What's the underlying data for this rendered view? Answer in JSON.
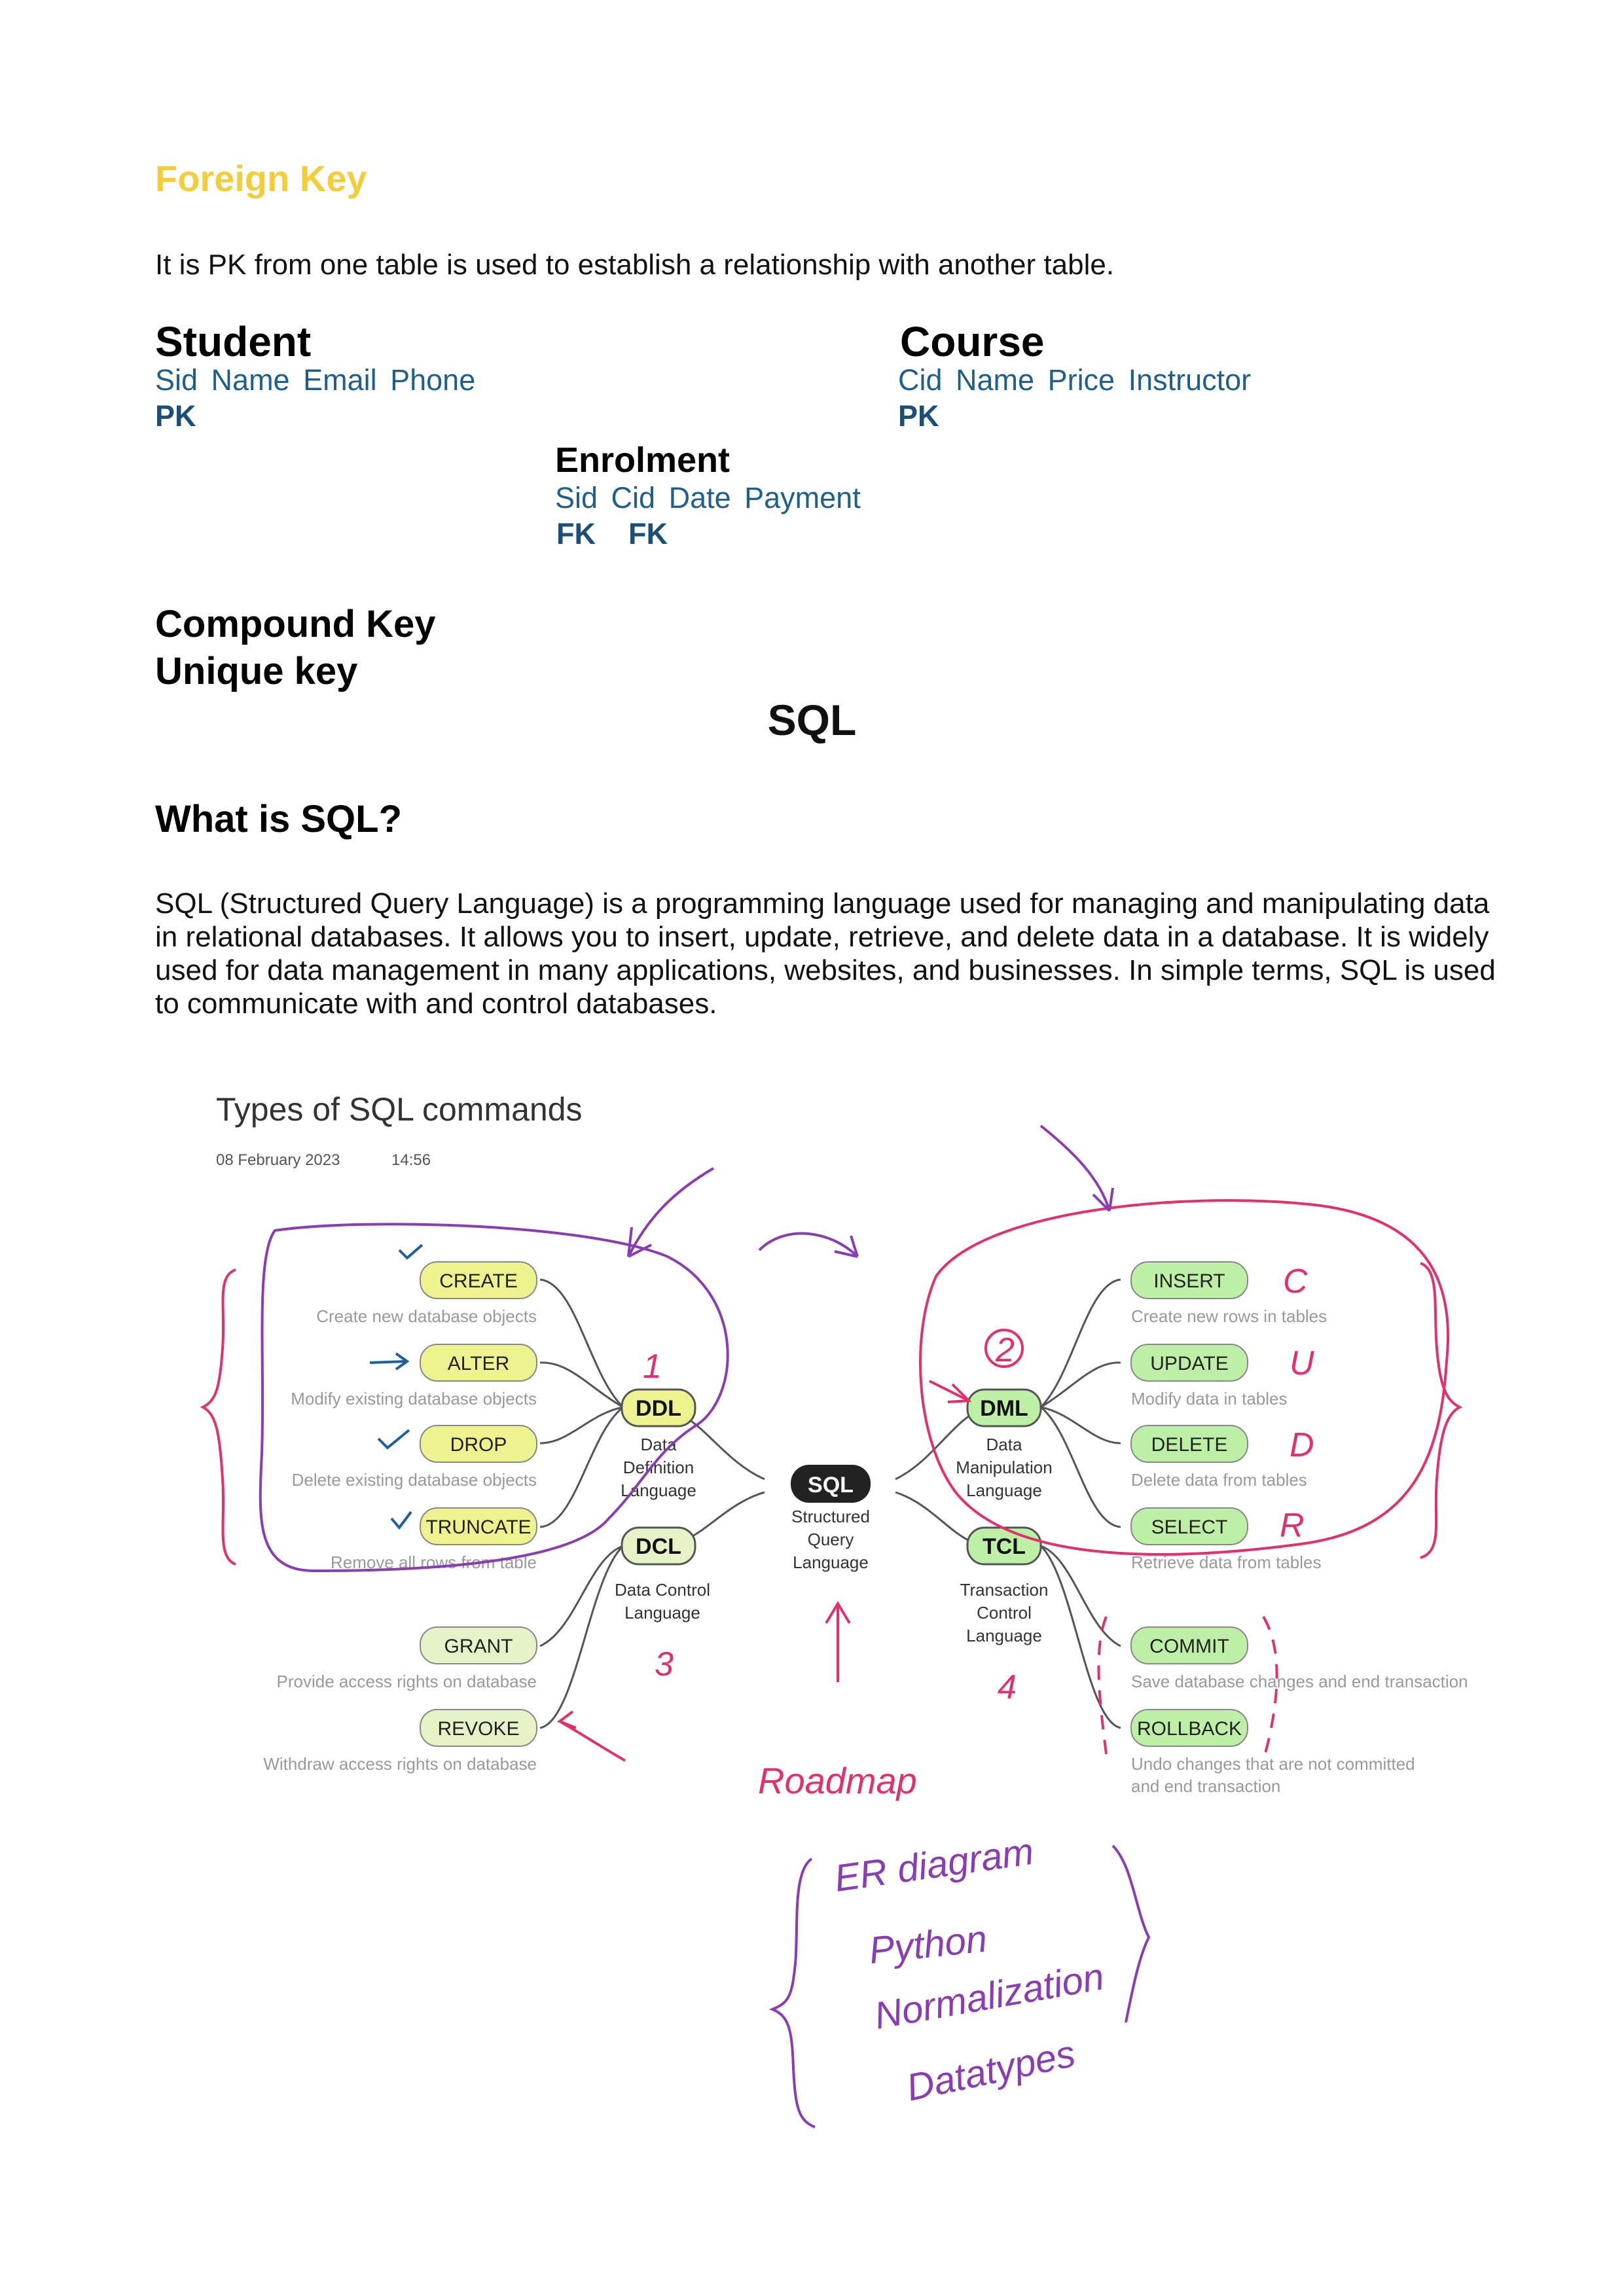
{
  "foreign_key": {
    "title": "Foreign Key",
    "definition": "It is PK from one table is used to establish a relationship with another table."
  },
  "tables": {
    "student": {
      "name": "Student",
      "columns": "Sid  Name  Email  Phone",
      "key": "PK"
    },
    "course": {
      "name": "Course",
      "columns": "Cid   Name   Price  Instructor",
      "key": "PK"
    },
    "enrolment": {
      "name": "Enrolment",
      "columns": "Sid   Cid    Date  Payment",
      "key1": "FK",
      "key2": "FK"
    }
  },
  "headings": {
    "compound_key": "Compound Key",
    "unique_key": "Unique key",
    "sql": "SQL",
    "what_is_sql": "What is SQL?"
  },
  "sql_paragraph": "SQL (Structured Query Language) is a programming language used for managing and manipulating data in relational databases. It allows you to insert, update, retrieve, and delete data in a database. It is widely used for data management in many applications, websites, and businesses. In simple terms, SQL is used to communicate with and control databases.",
  "mindmap": {
    "title": "Types of SQL commands",
    "date": "08 February 2023",
    "time": "14:56",
    "center": {
      "label": "SQL",
      "sub": [
        "Structured",
        "Query",
        "Language"
      ]
    },
    "categories": {
      "ddl": {
        "label": "DDL",
        "sub": [
          "Data",
          "Definition",
          "Language"
        ],
        "color": "#eef38f"
      },
      "dcl": {
        "label": "DCL",
        "sub": [
          "Data Control",
          "Language"
        ],
        "color": "#e6f3c6"
      },
      "dml": {
        "label": "DML",
        "sub": [
          "Data",
          "Manipulation",
          "Language"
        ],
        "color": "#bdf0a6"
      },
      "tcl": {
        "label": "TCL",
        "sub": [
          "Transaction",
          "Control",
          "Language"
        ],
        "color": "#bdf0a6"
      }
    },
    "commands": {
      "create": {
        "label": "CREATE",
        "desc": "Create new database objects"
      },
      "alter": {
        "label": "ALTER",
        "desc": "Modify existing database objects"
      },
      "drop": {
        "label": "DROP",
        "desc": "Delete existing database objects"
      },
      "truncate": {
        "label": "TRUNCATE",
        "desc": "Remove all rows from table"
      },
      "grant": {
        "label": "GRANT",
        "desc": "Provide access rights on database"
      },
      "revoke": {
        "label": "REVOKE",
        "desc": "Withdraw access rights on database"
      },
      "insert": {
        "label": "INSERT",
        "desc": "Create new rows in tables"
      },
      "update": {
        "label": "UPDATE",
        "desc": "Modify data in tables"
      },
      "delete": {
        "label": "DELETE",
        "desc": "Delete data from tables"
      },
      "select": {
        "label": "SELECT",
        "desc": "Retrieve data from tables"
      },
      "commit": {
        "label": "COMMIT",
        "desc": "Save database changes and end transaction"
      },
      "rollback": {
        "label": "ROLLBACK",
        "desc": [
          "Undo changes that are not committed",
          "and end transaction"
        ]
      }
    },
    "handwriting": {
      "n1": "1",
      "n2": "2",
      "n3": "3",
      "n4": "4",
      "c": "C",
      "u": "U",
      "d": "D",
      "r": "R",
      "roadmap": "Roadmap",
      "items": [
        "ER diagram",
        "Python",
        "Normalization",
        "Datatypes"
      ]
    },
    "colors": {
      "pink": "#e2306d",
      "purple": "#8a3cb3",
      "blue": "#1f5f9e"
    }
  }
}
